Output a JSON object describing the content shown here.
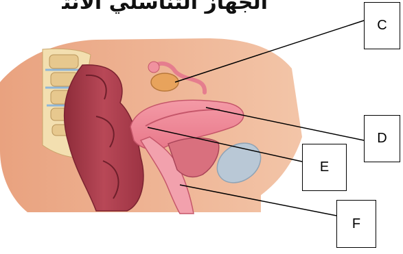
{
  "heading_text": "الجهاز التناسلي الأنثوي",
  "labels": {
    "c": "C",
    "d": "D",
    "e": "E",
    "f": "F"
  }
}
